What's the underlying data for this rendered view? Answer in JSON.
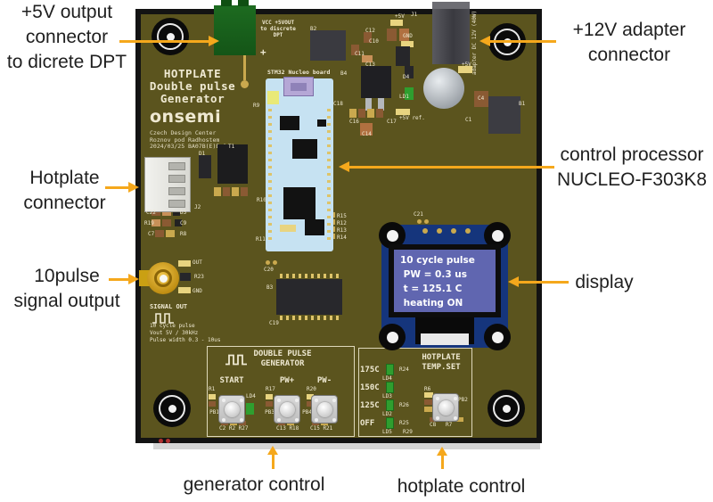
{
  "annotations": {
    "text_color": "#1f1f1f",
    "arrow_color": "#F5A81C",
    "plus5v_lines": [
      "+5V output",
      "connector",
      "to dicrete DPT"
    ],
    "plus12v_lines": [
      "+12V adapter",
      "connector"
    ],
    "hotplate_connector_lines": [
      "Hotplate",
      "connector"
    ],
    "pulse_output_lines": [
      "10pulse",
      "signal output"
    ],
    "processor_lines": [
      "control processor",
      "NUCLEO-F303K8"
    ],
    "display_label": "display",
    "generator_control_label": "generator control",
    "hotplate_control_label": "hotplate control"
  },
  "board": {
    "pcb_color": "#5b541e",
    "silk_color": "#efe9d2",
    "title_lines": [
      "HOTPLATE",
      "Double pulse",
      "Generator"
    ],
    "logo": "onsemi",
    "org_lines": [
      "Czech Design Center",
      "Roznov pod Radhostem",
      "2024/03/25 BA07B(E)B_0"
    ],
    "vcc_lines": [
      "VCC +5VOUT",
      "to discrete",
      "DPT"
    ],
    "plus_mark": "+",
    "adapter_label": "adapter DC 12V (40W)",
    "nucleo_label": "STM32 Nucleo board",
    "signal_out_title": "SIGNAL OUT",
    "signal_out_specs": [
      "10 cycle pulse",
      "Vout 5V / 30kHz",
      "Pulse width 0.3 - 10us"
    ],
    "component_labels": [
      [
        309,
        4,
        "J1"
      ],
      [
        291,
        6,
        "+5V"
      ],
      [
        196,
        20,
        "B2"
      ],
      [
        258,
        22,
        "C12"
      ],
      [
        300,
        28,
        "GND"
      ],
      [
        262,
        34,
        "C10"
      ],
      [
        246,
        48,
        "C11"
      ],
      [
        258,
        60,
        "C13"
      ],
      [
        132,
        106,
        "R9"
      ],
      [
        222,
        104,
        "C18"
      ],
      [
        230,
        70,
        "B4"
      ],
      [
        300,
        74,
        "D4"
      ],
      [
        296,
        96,
        "LD1"
      ],
      [
        366,
        60,
        "+5V"
      ],
      [
        384,
        98,
        "C4"
      ],
      [
        430,
        104,
        "B1"
      ],
      [
        240,
        124,
        "C16"
      ],
      [
        282,
        124,
        "C17"
      ],
      [
        296,
        120,
        "+5V ref."
      ],
      [
        254,
        138,
        "C14"
      ],
      [
        370,
        122,
        "C1"
      ],
      [
        104,
        152,
        "T1"
      ],
      [
        71,
        160,
        "D1"
      ],
      [
        66,
        220,
        "J2"
      ],
      [
        12,
        226,
        "C22"
      ],
      [
        50,
        226,
        "D3"
      ],
      [
        10,
        238,
        "R19"
      ],
      [
        50,
        238,
        "C9"
      ],
      [
        14,
        250,
        "C7"
      ],
      [
        50,
        250,
        "R8"
      ],
      [
        136,
        212,
        "R10"
      ],
      [
        135,
        256,
        "R11"
      ],
      [
        226,
        230,
        "R15"
      ],
      [
        226,
        238,
        "R12"
      ],
      [
        226,
        246,
        "R13"
      ],
      [
        226,
        254,
        "R14"
      ],
      [
        144,
        290,
        "C20"
      ],
      [
        147,
        310,
        "B3"
      ],
      [
        150,
        350,
        "C19"
      ],
      [
        312,
        228,
        "C21"
      ],
      [
        64,
        282,
        "OUT"
      ],
      [
        66,
        298,
        "R23"
      ],
      [
        64,
        314,
        "GND"
      ],
      [
        82,
        424,
        "R1"
      ],
      [
        124,
        432,
        "LD4"
      ],
      [
        146,
        424,
        "R17"
      ],
      [
        192,
        424,
        "R20"
      ],
      [
        94,
        468,
        "C2 R2 R27"
      ],
      [
        158,
        468,
        "C13 R18"
      ],
      [
        196,
        468,
        "C15 R21"
      ],
      [
        300,
        472,
        "R29"
      ],
      [
        324,
        424,
        "R6"
      ],
      [
        362,
        436,
        "PB2"
      ],
      [
        330,
        464,
        "C8"
      ],
      [
        348,
        464,
        "R7"
      ]
    ],
    "passives": [
      [
        286,
        12,
        14,
        7,
        "#e8d480"
      ],
      [
        282,
        22,
        11,
        14,
        "#8a5a33"
      ],
      [
        296,
        22,
        11,
        14,
        "#b07040"
      ],
      [
        298,
        36,
        14,
        7,
        "#e8d480"
      ],
      [
        256,
        26,
        9,
        12,
        "#8a5a33"
      ],
      [
        242,
        40,
        9,
        12,
        "#8a5a33"
      ],
      [
        254,
        52,
        12,
        8,
        "#c89058"
      ],
      [
        292,
        42,
        16,
        22,
        "#26262a"
      ],
      [
        196,
        24,
        40,
        34,
        "#3a3a40"
      ],
      [
        253,
        64,
        34,
        36,
        "#1f1f23"
      ],
      [
        258,
        100,
        7,
        14,
        "#b5b8bc"
      ],
      [
        272,
        100,
        7,
        14,
        "#b5b8bc"
      ],
      [
        302,
        64,
        10,
        14,
        "#26262a"
      ],
      [
        302,
        88,
        10,
        14,
        "#2f9e2f"
      ],
      [
        362,
        64,
        16,
        8,
        "#e8d480"
      ],
      [
        380,
        92,
        16,
        18,
        "#8a5a33"
      ],
      [
        396,
        98,
        36,
        42,
        "#3c3c42"
      ],
      [
        240,
        112,
        8,
        10,
        "#caa94e"
      ],
      [
        250,
        112,
        8,
        10,
        "#8a5a33"
      ],
      [
        260,
        112,
        8,
        10,
        "#caa94e"
      ],
      [
        270,
        112,
        8,
        10,
        "#8a5a33"
      ],
      [
        252,
        128,
        14,
        14,
        "#b07040"
      ],
      [
        292,
        112,
        16,
        7,
        "#e8d480"
      ],
      [
        92,
        152,
        34,
        44,
        "#1c1c1e"
      ],
      [
        71,
        164,
        14,
        26,
        "#26262a"
      ],
      [
        88,
        200,
        8,
        10,
        "#caa94e"
      ],
      [
        98,
        200,
        8,
        10,
        "#8a5a33"
      ],
      [
        108,
        200,
        8,
        10,
        "#caa94e"
      ],
      [
        118,
        200,
        8,
        10,
        "#8a5a33"
      ],
      [
        18,
        224,
        10,
        8,
        "#8a5a33"
      ],
      [
        30,
        224,
        10,
        8,
        "#c89058"
      ],
      [
        42,
        224,
        8,
        8,
        "#222222"
      ],
      [
        18,
        236,
        10,
        8,
        "#c89058"
      ],
      [
        30,
        236,
        10,
        8,
        "#8a5a33"
      ],
      [
        44,
        236,
        8,
        8,
        "#222222"
      ],
      [
        22,
        248,
        10,
        8,
        "#8a5a33"
      ],
      [
        34,
        248,
        10,
        8,
        "#caa94e"
      ],
      [
        48,
        282,
        14,
        7,
        "#e8d480"
      ],
      [
        50,
        296,
        12,
        9,
        "#26262a"
      ],
      [
        48,
        312,
        14,
        7,
        "#e8d480"
      ],
      [
        216,
        228,
        8,
        6,
        "#caa94e"
      ],
      [
        216,
        236,
        8,
        6,
        "#caa94e"
      ],
      [
        216,
        244,
        8,
        6,
        "#caa94e"
      ],
      [
        216,
        252,
        8,
        6,
        "#caa94e"
      ],
      [
        82,
        432,
        8,
        6,
        "#e8d480"
      ],
      [
        82,
        440,
        8,
        6,
        "#8a5a33"
      ],
      [
        124,
        442,
        9,
        13,
        "#2f9e2f"
      ],
      [
        146,
        432,
        8,
        6,
        "#e8d480"
      ],
      [
        146,
        440,
        8,
        6,
        "#8a5a33"
      ],
      [
        192,
        432,
        8,
        6,
        "#e8d480"
      ],
      [
        192,
        440,
        8,
        6,
        "#8a5a33"
      ],
      [
        96,
        462,
        8,
        5,
        "#8a5a33"
      ],
      [
        106,
        462,
        8,
        5,
        "#caa94e"
      ],
      [
        116,
        462,
        8,
        5,
        "#8a5a33"
      ],
      [
        160,
        462,
        8,
        5,
        "#8a5a33"
      ],
      [
        170,
        462,
        8,
        5,
        "#caa94e"
      ],
      [
        198,
        462,
        8,
        5,
        "#8a5a33"
      ],
      [
        208,
        462,
        8,
        5,
        "#caa94e"
      ],
      [
        324,
        430,
        10,
        6,
        "#e8d480"
      ],
      [
        324,
        438,
        10,
        6,
        "#8a5a33"
      ],
      [
        324,
        446,
        10,
        6,
        "#caa94e"
      ],
      [
        330,
        458,
        8,
        5,
        "#8a5a33"
      ],
      [
        340,
        458,
        8,
        5,
        "#caa94e"
      ],
      [
        350,
        458,
        8,
        5,
        "#8a5a33"
      ],
      [
        360,
        458,
        8,
        5,
        "#caa94e"
      ],
      [
        316,
        236,
        5,
        5,
        "#caa94e",
        1
      ],
      [
        324,
        236,
        5,
        5,
        "#caa94e",
        1
      ],
      [
        146,
        282,
        5,
        5,
        "#caa94e",
        1
      ],
      [
        154,
        282,
        5,
        5,
        "#caa94e",
        1
      ],
      [
        121,
        52,
        3,
        28,
        "#caa94e"
      ],
      [
        118,
        80,
        9,
        9,
        "#caa94e",
        1
      ],
      [
        26,
        482,
        5,
        5,
        "#b03030",
        1
      ],
      [
        34,
        482,
        5,
        5,
        "#b03030",
        1
      ]
    ]
  },
  "display_module": {
    "module_color": "#15357c",
    "screen_color": "#6066b0",
    "lines": [
      "10 cycle pulse",
      " PW = 0.3 us",
      " t = 125.1 C",
      " heating ON"
    ]
  },
  "generator_panel": {
    "title_lines": [
      "DOUBLE PULSE",
      "GENERATOR"
    ],
    "buttons": [
      {
        "label": "START",
        "pb": "PB1"
      },
      {
        "label": "PW+",
        "pb": "PB3"
      },
      {
        "label": "PW-",
        "pb": "PB4"
      }
    ]
  },
  "hotplate_panel": {
    "title_lines": [
      "HOTPLATE",
      "TEMP.SET"
    ],
    "rows": [
      {
        "temp": "175C",
        "led": "LD4",
        "res": "R24"
      },
      {
        "temp": "150C",
        "led": "LD3",
        "res": ""
      },
      {
        "temp": "125C",
        "led": "LD2",
        "res": "R26"
      },
      {
        "temp": "OFF",
        "led": "LD5",
        "res": "R25"
      }
    ],
    "button": "PB2"
  }
}
